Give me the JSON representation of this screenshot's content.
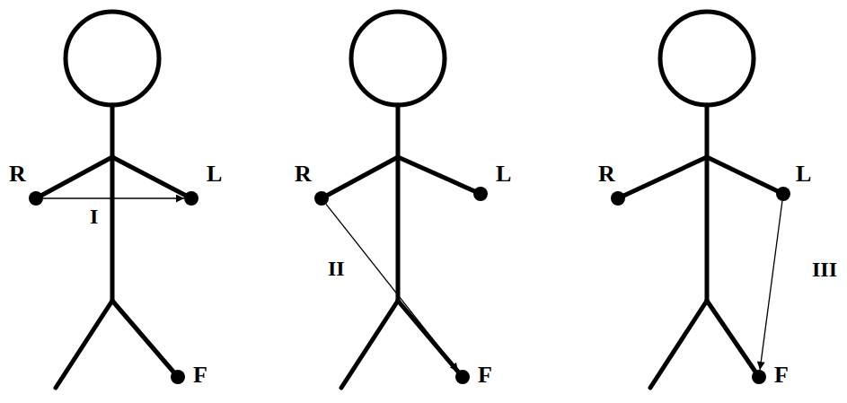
{
  "diagram": {
    "nodes": [
      {
        "text": [
          "R"
        ]
      },
      {
        "text": [
          "L"
        ]
      },
      {
        "text": [
          "F"
        ]
      },
      {
        "text": [
          "R"
        ]
      },
      {
        "text": [
          "L"
        ]
      },
      {
        "text": [
          "F"
        ]
      },
      {
        "text": [
          "R"
        ]
      },
      {
        "text": [
          "L"
        ]
      },
      {
        "text": [
          "F"
        ]
      }
    ],
    "edges": [
      {
        "from": 0,
        "to": 1,
        "arrow": "to",
        "label": "I"
      },
      {
        "from": 3,
        "to": 5,
        "arrow": "to",
        "label": "II"
      },
      {
        "from": 7,
        "to": 8,
        "arrow": "to",
        "label": "III"
      }
    ]
  }
}
